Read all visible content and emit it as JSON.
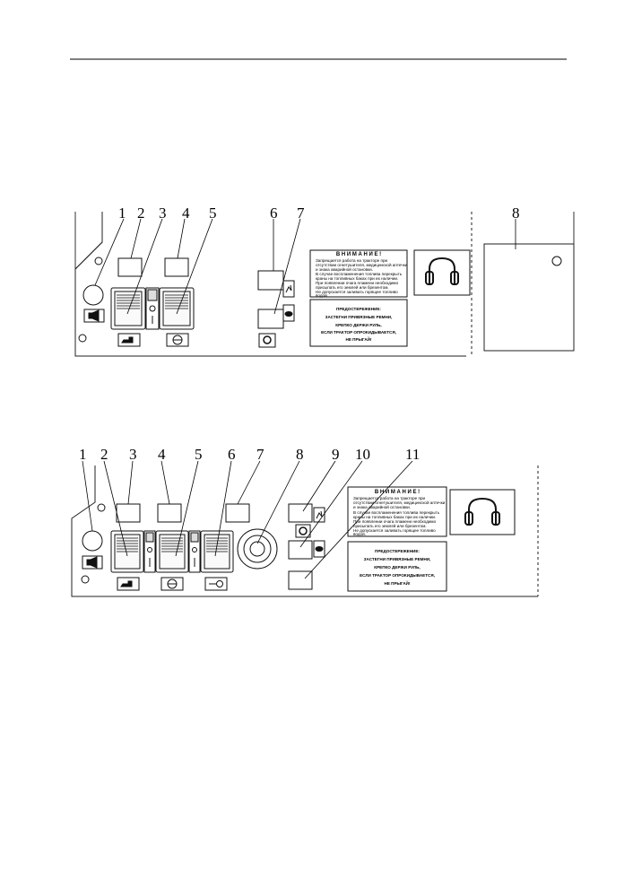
{
  "diagram1": {
    "callouts": [
      "1",
      "2",
      "3",
      "4",
      "5",
      "6",
      "7",
      "8"
    ],
    "warning": {
      "title": "В Н И М А Н И Е !",
      "lines": [
        "Запрещается работа на тракторе при",
        "отсутствии огнетушителя, медицинской аптечки",
        "и знака аварийной остановки.",
        "В случае воспламенения топлива перекрыть",
        "краны на топливных баках при их наличии.",
        "При появлении очага пламени необходимо",
        "присыпать его землей или брезентом.",
        "Не допускается заливать горящее топливо",
        "водой."
      ]
    },
    "caution": {
      "title": "ПРЕДОСТЕРЕЖЕНИЕ:",
      "lines": [
        "ЗАСТЕГНИ ПРИВЯЗНЫЕ РЕМНИ,",
        "КРЕПКО ДЕРЖИ РУЛЬ,",
        "ЕСЛИ ТРАКТОР ОПРОКИДЫВАЕТСЯ,",
        "НЕ ПРЫГАЙ!"
      ]
    },
    "switch_marks": [
      "0",
      "I"
    ]
  },
  "diagram2": {
    "callouts": [
      "1",
      "2",
      "3",
      "4",
      "5",
      "6",
      "7",
      "8",
      "9",
      "10",
      "11"
    ],
    "warning": {
      "title": "В Н И М А Н И Е !",
      "lines": [
        "Запрещается работа на тракторе при",
        "отсутствии огнетушителя, медицинской аптечки",
        "и знака аварийной остановки.",
        "В случае воспламенения топлива перекрыть",
        "краны на топливных баках при их наличии.",
        "При появлении очага пламени необходимо",
        "присыпать его землей или брезентом.",
        "Не допускается заливать горящее топливо",
        "водой."
      ]
    },
    "caution": {
      "title": "ПРЕДОСТЕРЕЖЕНИЕ:",
      "lines": [
        "ЗАСТЕГНИ ПРИВЯЗНЫЕ РЕМНИ,",
        "КРЕПКО ДЕРЖИ РУЛЬ,",
        "ЕСЛИ ТРАКТОР ОПРОКИДЫВАЕТСЯ,",
        "НЕ ПРЫГАЙ!"
      ]
    },
    "switch_marks": [
      "0",
      "I"
    ]
  }
}
